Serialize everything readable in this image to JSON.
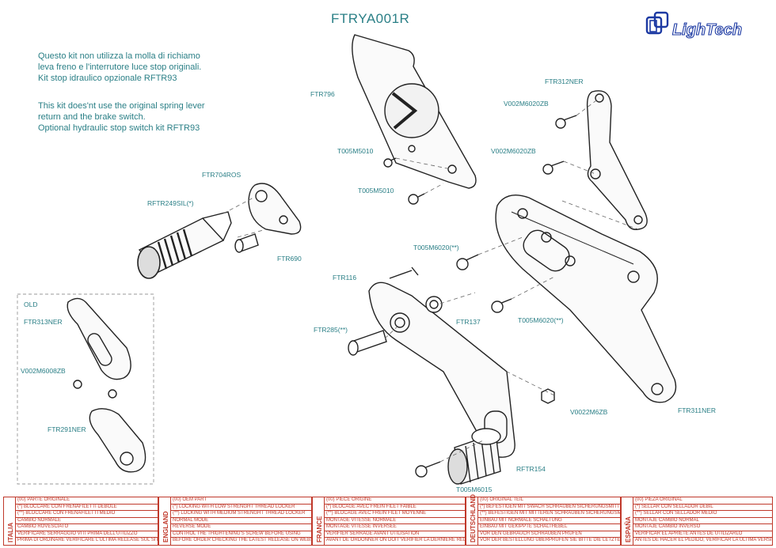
{
  "kit_code": "FTRYA001R",
  "logo_text": "LighTech",
  "notes_it": [
    "Questo kit non utilizza la molla di richiamo",
    "leva freno e l'interrutore luce stop originali.",
    "Kit stop idraulico opzionale RFTR93"
  ],
  "notes_en": [
    "This kit does'nt use the original spring lever",
    "return and the brake switch.",
    "Optional hydraulic stop switch kit RFTR93"
  ],
  "old_box_label": "OLD",
  "parts": {
    "ftr796": "FTR796",
    "t005m5010_a": "T005M5010",
    "t005m5010_b": "T005M5010",
    "ftr704ros": "FTR704ROS",
    "rftr249sil": "RFTR249SIL(*)",
    "ftr690": "FTR690",
    "ftr312ner": "FTR312NER",
    "v002m6020zb_a": "V002M6020ZB",
    "v002m6020zb_b": "V002M6020ZB",
    "t005m6020_a": "T005M6020(**)",
    "ftr116": "FTR116",
    "ftr137": "FTR137",
    "t005m6020_b": "T005M6020(**)",
    "ftr285": "FTR285(**)",
    "ftr313ner": "FTR313NER",
    "v002m6008zb": "V002M6008ZB",
    "ftr291ner": "FTR291NER",
    "v0022m6zb": "V0022M6ZB",
    "ftr311ner": "FTR311NER",
    "rftr154": "RFTR154",
    "t005m6015": "T005M6015"
  },
  "legend": [
    {
      "country": "ITALIA",
      "lines": [
        "(00) PARTE ORIGINALE",
        "(*) BLOCCARE CON FRENAFILETTI DEBOLE",
        "(**) BLOCCARE CON FRENAFILETTI MEDIO",
        "CAMBIO NORMALE",
        "CAMBIO ROVESCIATO",
        "VERIFICARE SERRAGGIO VITI PRIMA DELL'UTILIZZO",
        "PRIMA DI ORDINARE VERIFICARE L'ULTIMA RELEASE SUL SITO"
      ]
    },
    {
      "country": "ENGLAND",
      "lines": [
        "(00) OEM PART",
        "(*) LOCKING WITH LOW STRENGHT THREAD LOCKER",
        "(**) LOCKING WITH MEDIUM STRENGHT THREAD LOCKER",
        "NORMAL MODE",
        "REVERSE MODE",
        "CONTROL THE THIGHTENING'S SCREW BEFORE USING",
        "BEFORE ORDER CHECKING THE LATEST RELEASE ON WEBSITE"
      ]
    },
    {
      "country": "FRANCE",
      "lines": [
        "(00) PIECE ORIGINE",
        "(*) BLOCAGE AVEC FREIN FILET FAIBLE",
        "(**) BLOCAGE AVEC FREIN FILET MOYENNE",
        "MONTAGE VITESSE NORMALE",
        "MONTAGE VITESSE INVERSEE",
        "VERIFIER SERRAGE AVANT UTILISATION",
        "AVANT DE ORDONNER ON DOIT VERIFIER LA DERNIERE RELEASE SUR LE SITE INTERNET"
      ]
    },
    {
      "country": "DEUTSCHLAND",
      "lines": [
        "(00) ORIGINAL TEIL",
        "(*) BEFESTIGEN MIT SWACH SCHRAUBEN SICHERUNGSMITTEL",
        "(**) BEFESTIGEN MIT MITTEREN SCHRAUBEN SICHERUNGSMITTEL",
        "EINBAU MIT NORMALE SCHALTUNG",
        "EINBAU MIT GEKIPPTE SCHALTHEBEL",
        "VOR DEN GEBRAUCH SCHRAUBEN PRUFEN",
        "VOR DER BESTELLUNG UBERPRUFEN SIE BITTE DIE LETZTE VERSION DIESER ARTIKEL AUF DER INTERNET SEITE VON LIGHTECH"
      ]
    },
    {
      "country": "ESPAÑA",
      "lines": [
        "(00) PIEZA ORIGINAL",
        "(*) SELLAR CON SELLADOR DEBIL",
        "(**) SELLAR CON SELLADOR MEDIO",
        "MONTAJE CAMBIO NORMAL",
        "MONTAJE CAMBIO INVERSO",
        "VERIFICAR EL APRIETE ANTES DE UTILIZARLO",
        "ANTES DE HACER EL PEDIDO, VERIFICAR LA ULTIMA VERSION EN LA WEB LIGHTECH"
      ]
    }
  ]
}
